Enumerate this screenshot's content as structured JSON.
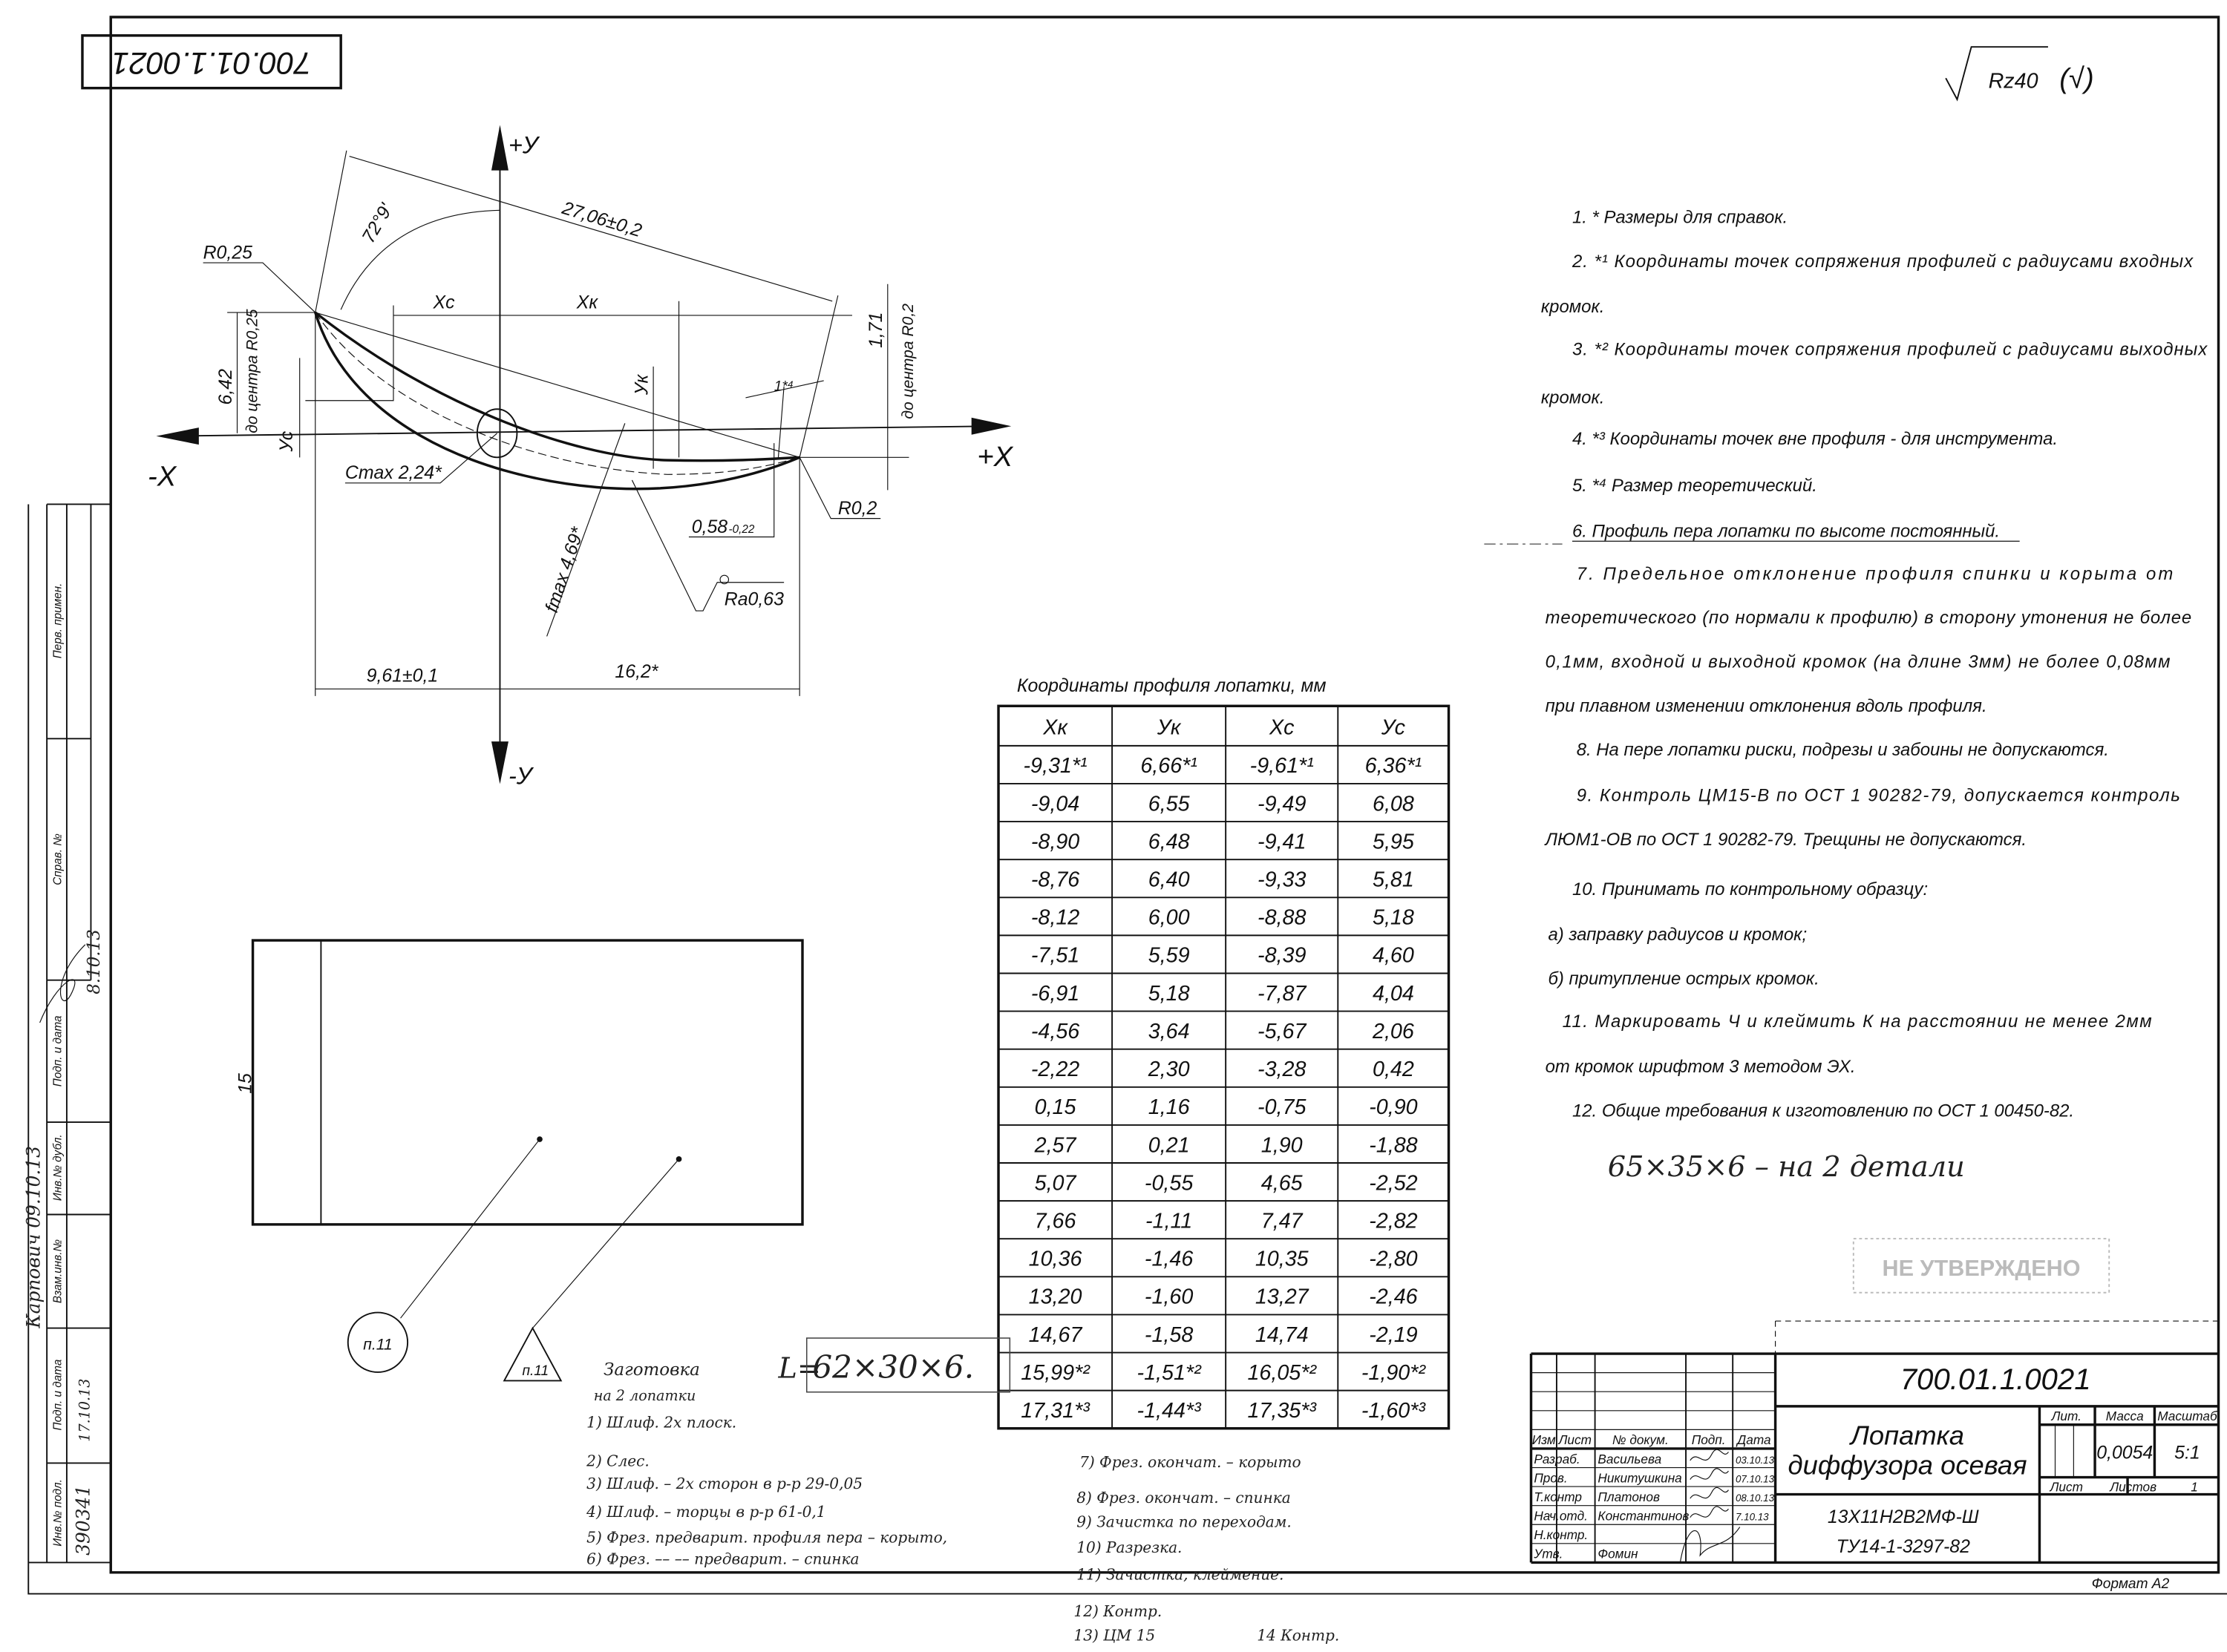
{
  "document": {
    "designation": "700.01.1.0021",
    "designation_mirrored": "700.01.1.0021",
    "roughness": {
      "value": "Rz40",
      "suffix": "(√)"
    }
  },
  "drawing": {
    "axis_plus_y": "+У",
    "axis_minus_y": "-У",
    "axis_plus_x": "+X",
    "axis_minus_x": "-X",
    "r_leading": "R0,25",
    "angle": "72°9'",
    "chord": "27,06±0,2",
    "xc": "Xc",
    "xk": "Xк",
    "yc": "Ус",
    "yk": "Ук",
    "dim_642": "6,42",
    "to_center_r025": "до центра R0,25",
    "dim_171": "1,71",
    "to_center_r02": "до центра R0,2",
    "angle_1": "1*⁴",
    "cmax": "Cmax 2,24*",
    "tail": "0,58",
    "tail_tol": "-0,22",
    "r_trailing": "R0,2",
    "fmax": "fmax 4,69*",
    "ra": "Ra0,63",
    "dim_961": "9,61±0,1",
    "dim_162": "16,2*",
    "blank_dim": "15",
    "callout_circle": "п.11",
    "callout_triangle": "п.11"
  },
  "table": {
    "title": "Координаты профиля лопатки,   мм",
    "headers": [
      "Xк",
      "Ук",
      "Xс",
      "Ус"
    ],
    "rows": [
      [
        "-9,31*¹",
        "6,66*¹",
        "-9,61*¹",
        "6,36*¹"
      ],
      [
        "-9,04",
        "6,55",
        "-9,49",
        "6,08"
      ],
      [
        "-8,90",
        "6,48",
        "-9,41",
        "5,95"
      ],
      [
        "-8,76",
        "6,40",
        "-9,33",
        "5,81"
      ],
      [
        "-8,12",
        "6,00",
        "-8,88",
        "5,18"
      ],
      [
        "-7,51",
        "5,59",
        "-8,39",
        "4,60"
      ],
      [
        "-6,91",
        "5,18",
        "-7,87",
        "4,04"
      ],
      [
        "-4,56",
        "3,64",
        "-5,67",
        "2,06"
      ],
      [
        "-2,22",
        "2,30",
        "-3,28",
        "0,42"
      ],
      [
        "0,15",
        "1,16",
        "-0,75",
        "-0,90"
      ],
      [
        "2,57",
        "0,21",
        "1,90",
        "-1,88"
      ],
      [
        "5,07",
        "-0,55",
        "4,65",
        "-2,52"
      ],
      [
        "7,66",
        "-1,11",
        "7,47",
        "-2,82"
      ],
      [
        "10,36",
        "-1,46",
        "10,35",
        "-2,80"
      ],
      [
        "13,20",
        "-1,60",
        "13,27",
        "-2,46"
      ],
      [
        "14,67",
        "-1,58",
        "14,74",
        "-2,19"
      ],
      [
        "15,99*²",
        "-1,51*²",
        "16,05*²",
        "-1,90*²"
      ],
      [
        "17,31*³",
        "-1,44*³",
        "17,35*³",
        "-1,60*³"
      ]
    ]
  },
  "notes": [
    "1.  * Размеры для справок.",
    "2.  *¹ Координаты точек сопряжения профилей с радиусами входных",
    "кромок.",
    "3.  *² Координаты точек сопряжения профилей с радиусами выходных",
    "кромок.",
    "4.  *³ Координаты точек вне профиля - для инструмента.",
    "5.  *⁴ Размер теоретический.",
    "6. Профиль пера лопатки по высоте постоянный.",
    "7. Предельное   отклонение   профиля   спинки   и   корыта   от",
    "теоретического (по нормали к профилю) в сторону утонения не более",
    "0,1мм, входной и выходной кромок (на длине 3мм) не более 0,08мм",
    "при плавном  изменении отклонения вдоль профиля.",
    "8. На пере лопатки риски, подрезы и забоины не допускаются.",
    "9. Контроль ЦМ15-В по ОСТ 1 90282-79, допускается контроль",
    "ЛЮМ1-ОВ по ОСТ 1 90282-79.   Трещины не допускаются.",
    "10. Принимать по контрольному образцу:",
    "а) заправку радиусов и кромок;",
    "б) притупление острых кромок.",
    "11. Маркировать Ч и клеймить К на расстоянии не менее 2мм",
    "от кромок шрифтом 3 методом ЭХ.",
    "12. Общие требования к изготовлению по ОСТ 1 00450-82."
  ],
  "handwritten": {
    "blank_size": "65×35×6 – на 2 детали",
    "stamp": "НЕ УТВЕРЖДЕНО",
    "workpiece_label": "Заготовка",
    "workpiece_sub": "на 2 лопатки",
    "workpiece_size_prefix": "L=",
    "workpiece_size": "62×30×6.",
    "ops_left": [
      "1) Шлиф. 2х плоск.",
      "2) Слес.",
      "3) Шлиф. – 2х сторон в р-р 29-0,05",
      "4) Шлиф. – торцы в р-р 61-0,1",
      "5) Фрез. предварит. профиля пера – корыто,",
      "6) Фрез. ––  ––  предварит. – спинка"
    ],
    "ops_right": [
      "7) Фрез. окончат. – корыто",
      "8) Фрез. окончат. – спинка",
      "9) Зачистка по переходам.",
      "10) Разрезка.",
      "11) Зачистка, клеймение.",
      "12) Контр.",
      "13) ЦМ 15",
      "14 Контр."
    ]
  },
  "margin_stamp": {
    "labels": [
      "Перв. примен.",
      "Справ. №",
      "Подп. и дата",
      "Инв.№ дубл.",
      "Взам.инв.№",
      "Подп. и дата",
      "Инв.№ подл."
    ],
    "inv_number": "390341",
    "date_bottom": "17.10.13",
    "date_top": "8.10.13",
    "handwritten_note": "Карпович 09.10.13"
  },
  "title_block": {
    "designation": "700.01.1.0021",
    "name_line1": "Лопатка",
    "name_line2": "диффузора осевая",
    "material_line1": "13Х11Н2В2МФ-Ш",
    "material_line2": "ТУ14-1-3297-82",
    "lit_label": "Лит.",
    "mass_label": "Масса",
    "scale_label": "Масштаб",
    "mass": "0,0054",
    "scale": "5:1",
    "sheet_label": "Лист",
    "sheets_label": "Листов",
    "sheets": "1",
    "format": "Формат А2",
    "headers": [
      "Изм",
      "Лист",
      "№ докум.",
      "Подп.",
      "Дата"
    ],
    "people": [
      {
        "role": "Разраб.",
        "name": "Васильева",
        "date": "03.10.13"
      },
      {
        "role": "Пров.",
        "name": "Никитушкина",
        "date": "07.10.13"
      },
      {
        "role": "Т.контр",
        "name": "Платонов",
        "date": "08.10.13"
      },
      {
        "role": "Нач.отд.",
        "name": "Константинов",
        "date": "7.10.13"
      },
      {
        "role": "Н.контр.",
        "name": "",
        "date": ""
      },
      {
        "role": "Утв.",
        "name": "Фомин",
        "date": ""
      }
    ]
  }
}
